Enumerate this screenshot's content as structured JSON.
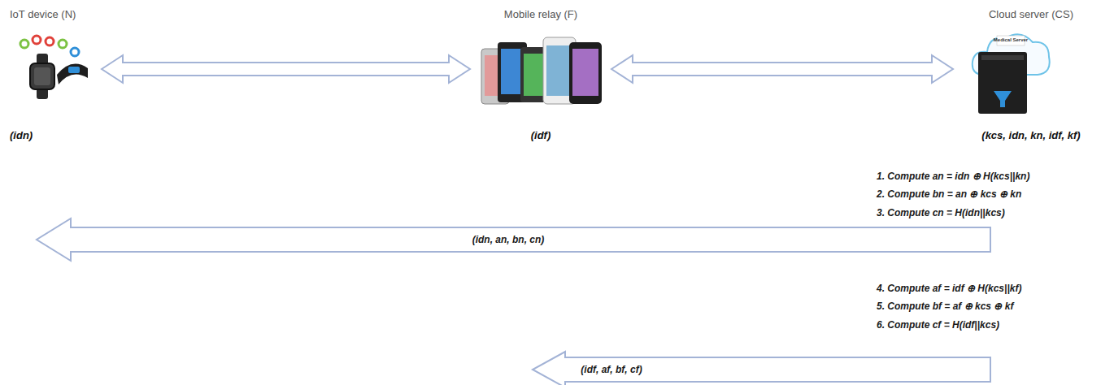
{
  "diagram": {
    "nodes": [
      {
        "text": [
          "IoT device (N)",
          "(idn)"
        ]
      },
      {
        "text": [
          "Mobile relay (F)",
          "(idf)"
        ]
      },
      {
        "text": [
          "Cloud server (CS)",
          "(kcs, idn, kn, idf, kf)"
        ]
      }
    ],
    "edges": [
      {
        "from": 0,
        "to": 1,
        "arrow": "both"
      },
      {
        "from": 1,
        "to": 2,
        "arrow": "both"
      },
      {
        "from": 2,
        "to": 0,
        "label": "(idn, an, bn, cn)",
        "arrow": "to"
      },
      {
        "from": 2,
        "to": 1,
        "label": "(idf, af, bf, cf)",
        "arrow": "to"
      }
    ],
    "labels": [
      "Medical Server",
      "1. Compute an = idn ⊕ H(kcs||kn)",
      "2. Compute bn = an ⊕ kcs ⊕ kn",
      "3. Compute cn = H(idn||kcs)",
      "4. Compute af = idf ⊕ H(kcs||kf)",
      "5. Compute bf = af ⊕ kcs ⊕ kf",
      "6. Compute cf = H(idf||kcs)"
    ]
  }
}
